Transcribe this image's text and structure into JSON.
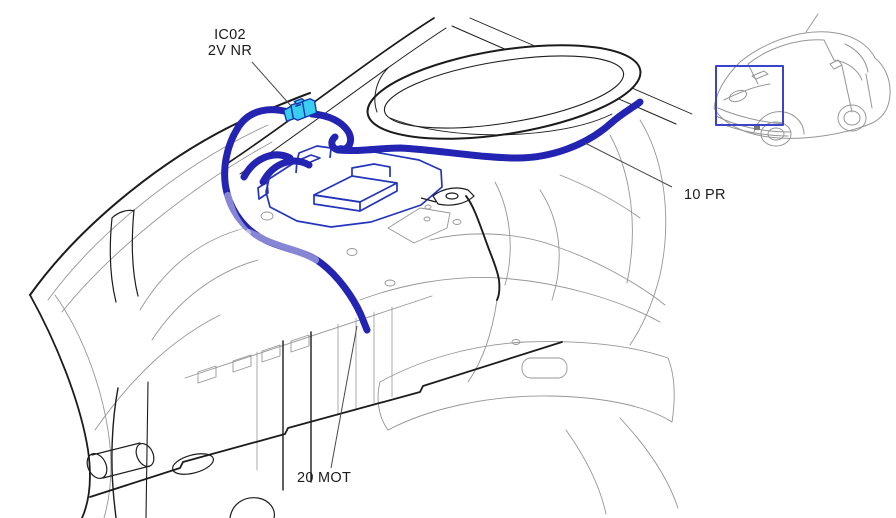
{
  "diagram": {
    "labels": {
      "connector": {
        "line1": "IC02",
        "line2": "2V NR"
      },
      "harness_front": "10 PR",
      "harness_engine": "20 MOT"
    },
    "colors": {
      "harness_blue": "#2424b2",
      "connector_fill": "#38cdf1",
      "connector_outline": "#1336ad",
      "tray_outline": "#2336bb",
      "inset_box_blue": "#3a43c9",
      "line_dark": "#1c1c1c",
      "line_light": "#969696",
      "leader": "#4a4a4a",
      "label_text": "#1b1b1b",
      "background": "#ffffff"
    }
  }
}
